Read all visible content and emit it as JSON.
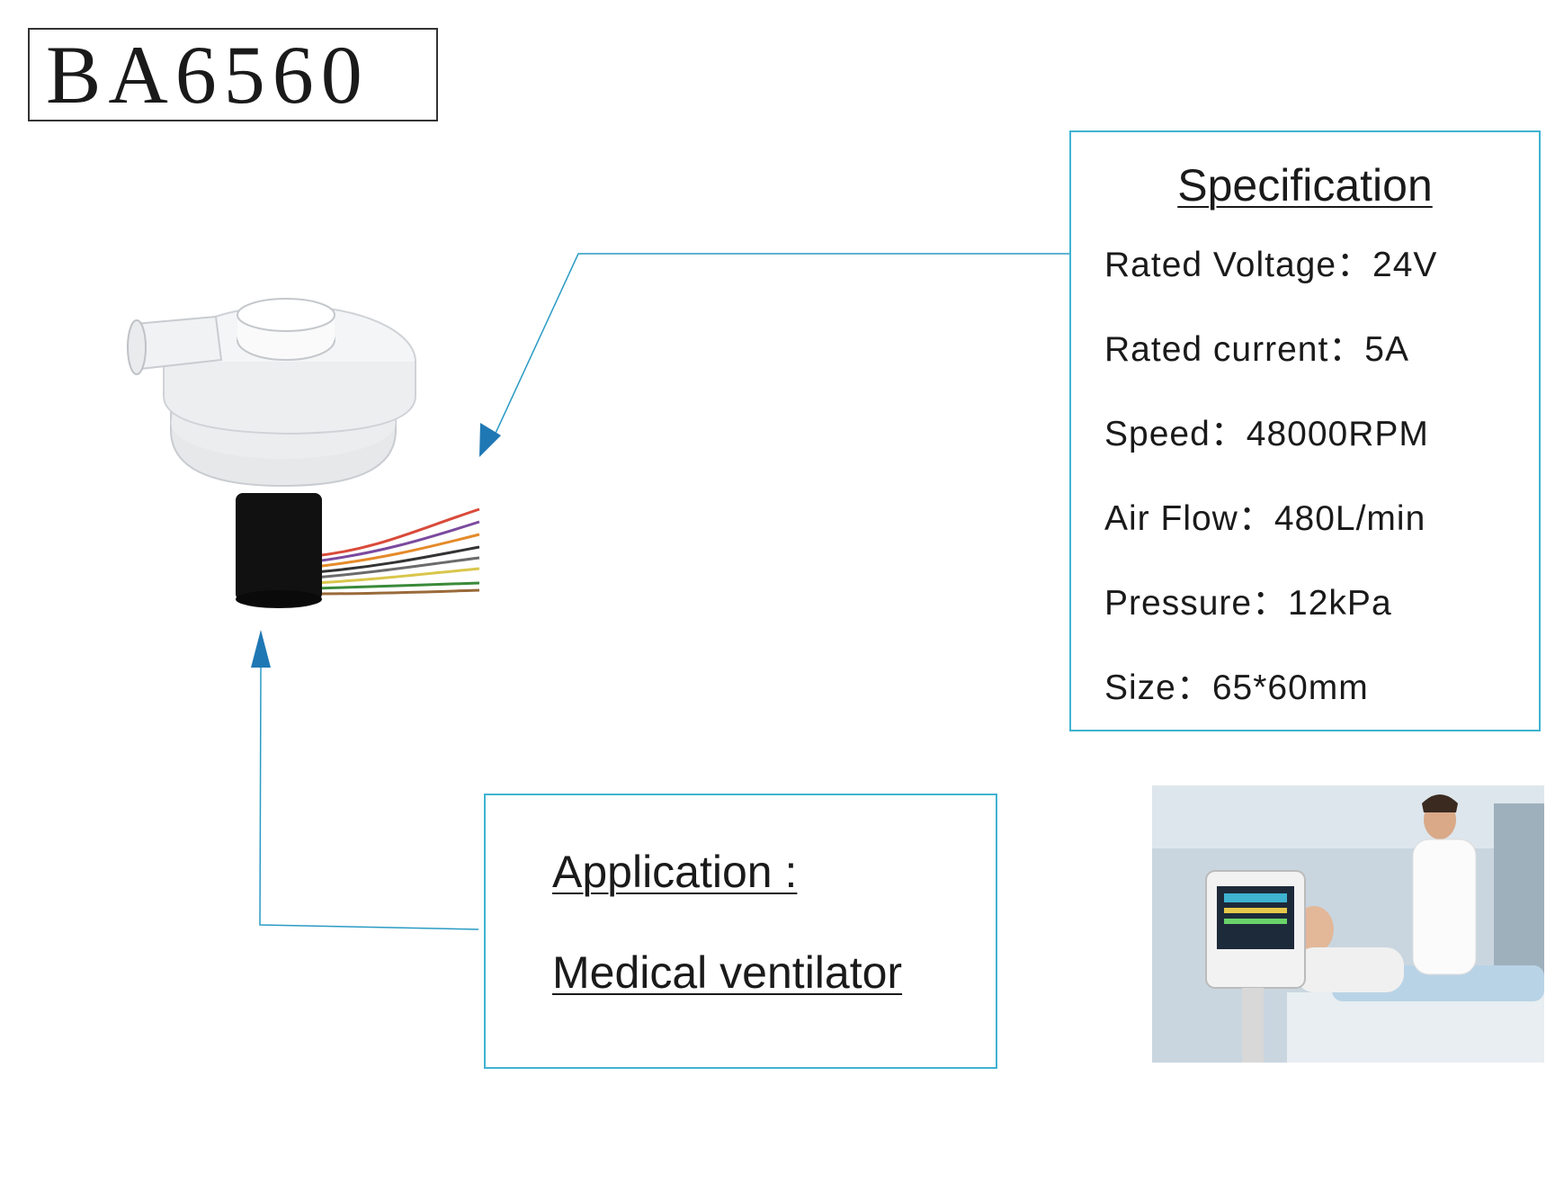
{
  "model": "BA6560",
  "spec": {
    "title": "Specification",
    "rows": [
      "Rated Voltage：24V",
      "Rated current：5A",
      "Speed：48000RPM",
      "Air Flow：480L/min",
      "Pressure：12kPa",
      "Size：65*60mm"
    ]
  },
  "application": {
    "label": "Application :",
    "value": "Medical ventilator"
  },
  "colors": {
    "accent": "#3fb3d1",
    "arrow": "#1f78b4"
  }
}
